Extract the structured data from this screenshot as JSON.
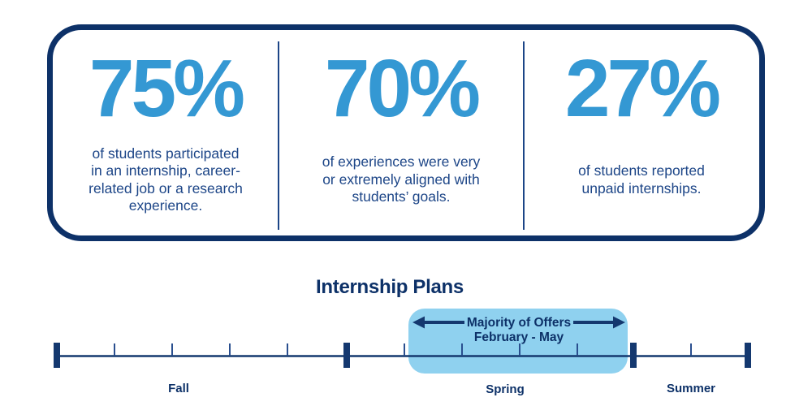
{
  "colors": {
    "navy_border": "#0d3168",
    "body_text_navy": "#1c4587",
    "bright_blue": "#3498d3",
    "highlight_blue": "#8fd1ef"
  },
  "chart_data": {
    "type": "table",
    "title": "Internship Plans",
    "stats": [
      {
        "value": "75%",
        "label": "of students participated in an internship, career-related job or a research experience."
      },
      {
        "value": "70%",
        "label": "of experiences were very or extremely aligned with students’ goals."
      },
      {
        "value": "27%",
        "label": "of students reported unpaid internships."
      }
    ],
    "timeline": {
      "seasons": [
        "Fall",
        "Spring",
        "Summer"
      ],
      "annotation": "Majority of Offers February - May",
      "highlight_span": "mid-Spring region (February - May)"
    }
  },
  "stats_panel": {
    "stats": [
      {
        "value": "75%",
        "caption_lines": [
          "of students participated",
          "in an internship, career-",
          "related job or a research",
          "experience."
        ]
      },
      {
        "value": "70%",
        "caption_lines": [
          "of experiences were very",
          "or extremely aligned with",
          "students’ goals."
        ]
      },
      {
        "value": "27%",
        "caption_lines": [
          "of students reported",
          "unpaid internships."
        ]
      }
    ]
  },
  "timeline": {
    "title": "Internship Plans",
    "annotation": {
      "line1": "Majority of Offers",
      "line2": "February - May"
    },
    "seasons": [
      {
        "label": "Fall"
      },
      {
        "label": "Spring"
      },
      {
        "label": "Summer"
      }
    ]
  }
}
